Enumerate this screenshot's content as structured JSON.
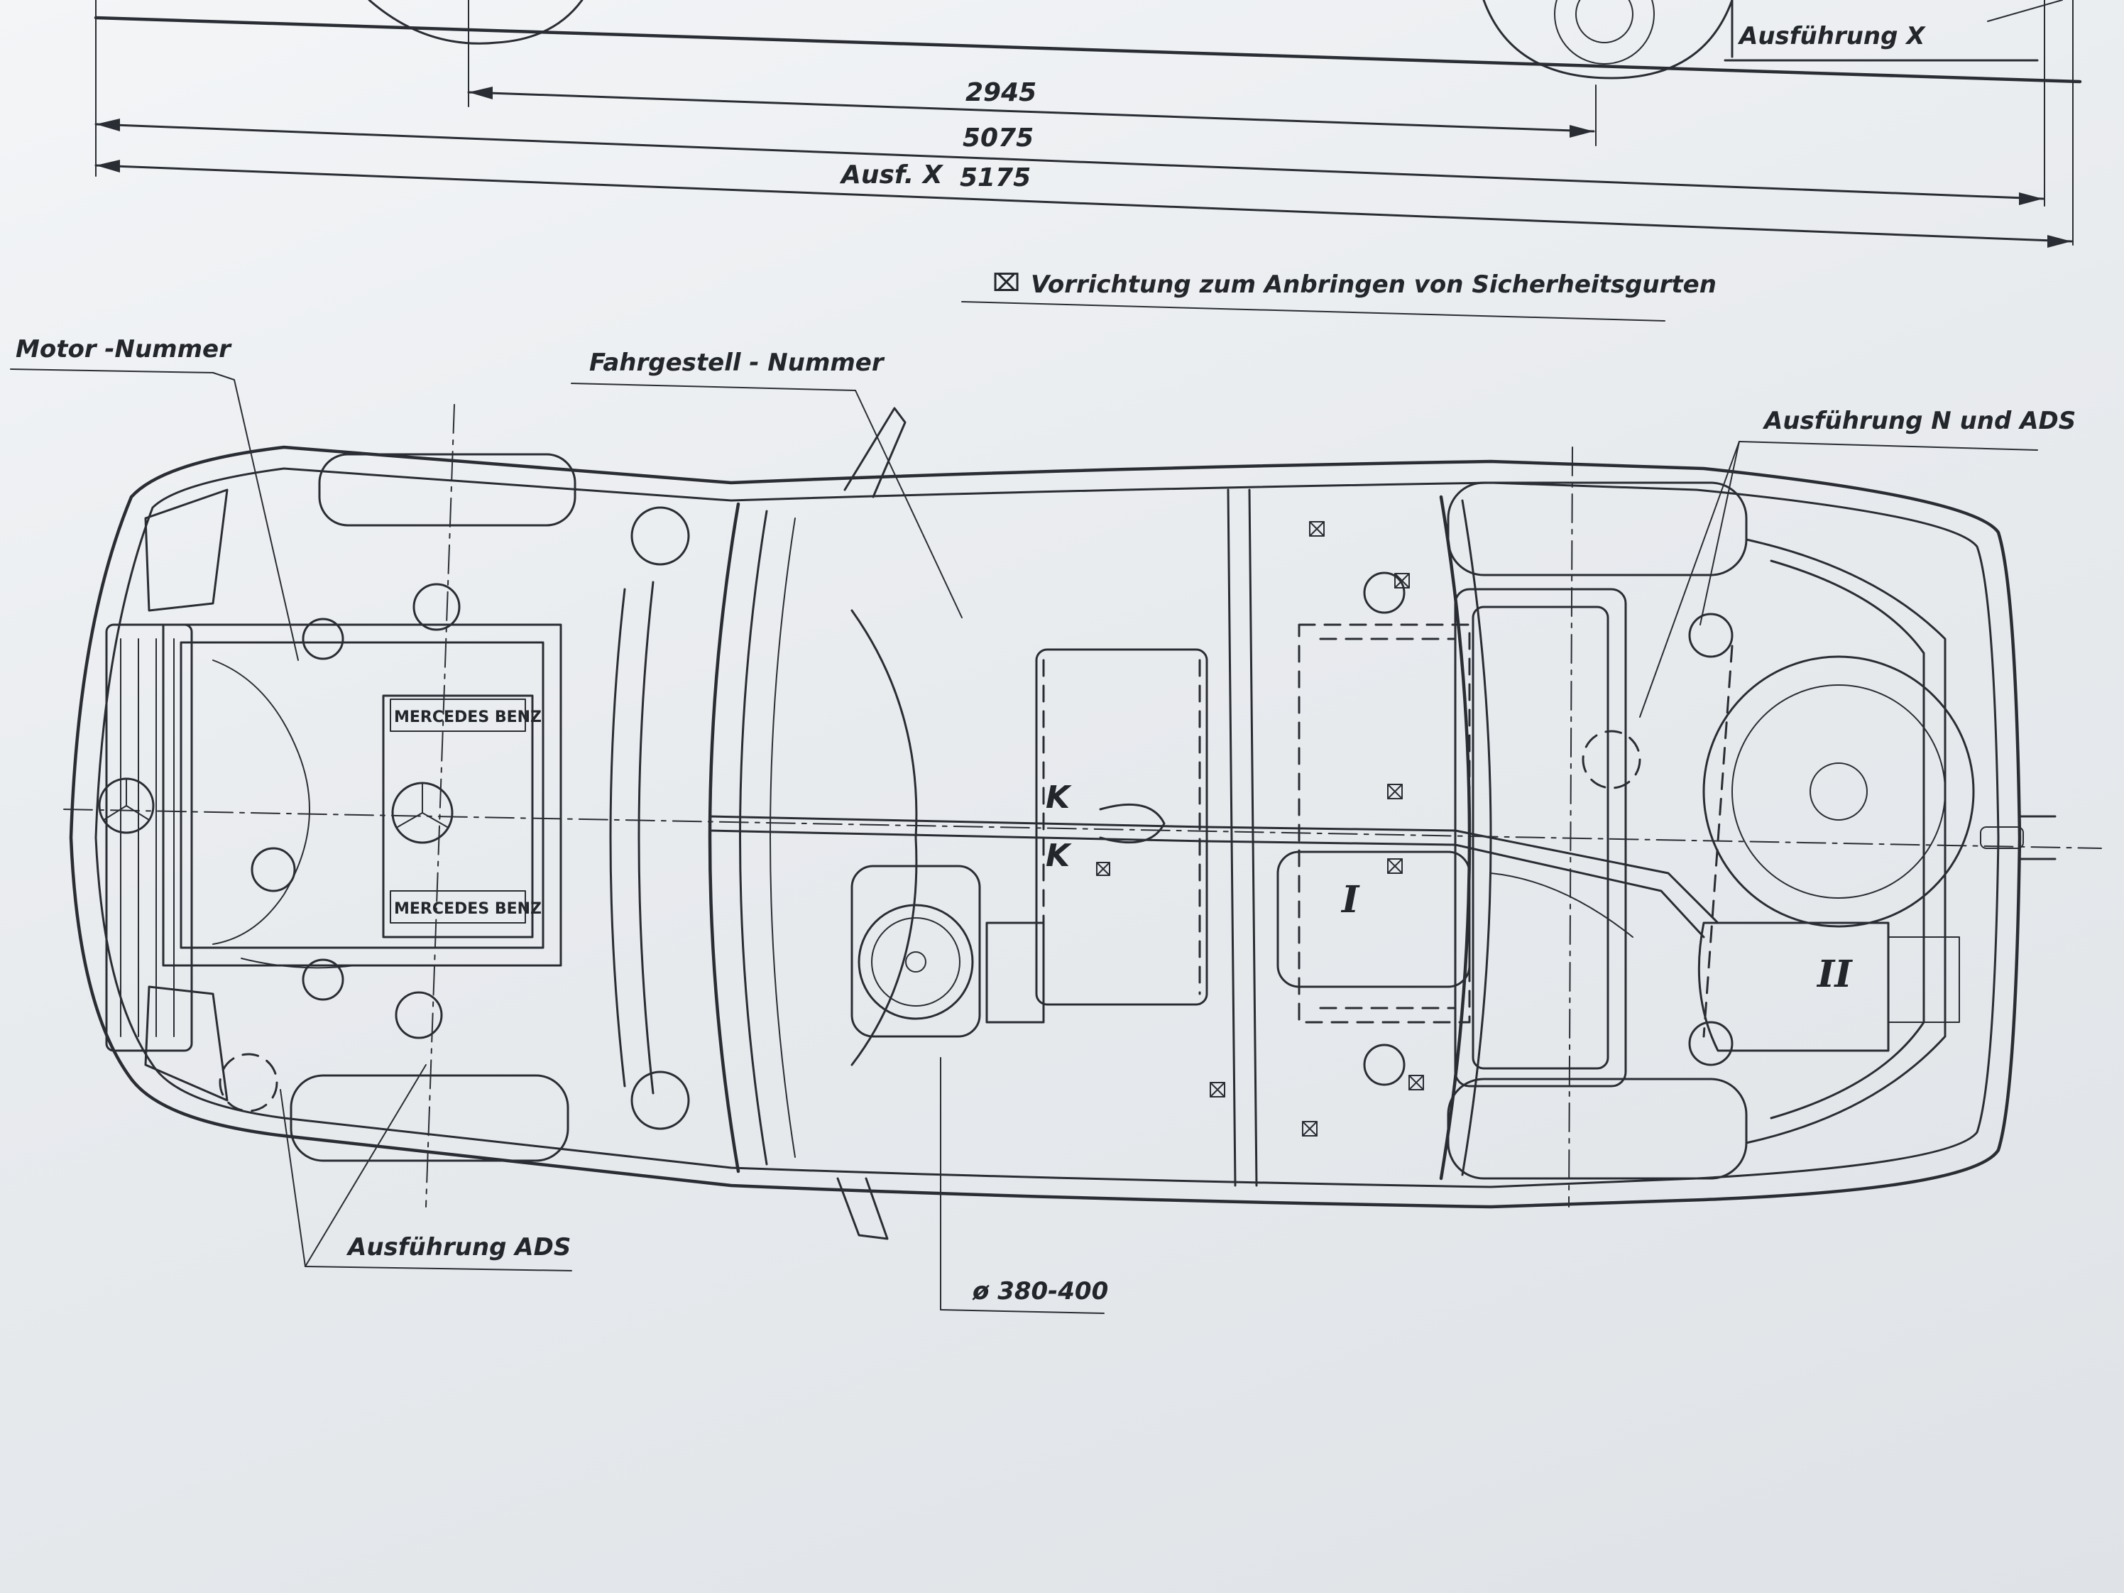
{
  "dimensions": {
    "wheelbase": "2945",
    "length": "5075",
    "length_x_prefix": "Ausf. X",
    "length_x": "5175"
  },
  "labels": {
    "ausfuehrung_x": "Ausführung X",
    "legend_symbol": "⌧",
    "legend_text": "Vorrichtung zum Anbringen von Sicherheitsgurten",
    "motor_nummer": "Motor -Nummer",
    "fahrgestell_nummer": "Fahrgestell - Nummer",
    "ausfuehrung_n_ads": "Ausführung N und ADS",
    "ausfuehrung_ads": "Ausführung ADS",
    "diameter": "ø 380-400"
  },
  "markings": {
    "engine_badge_top": "MERCEDES BENZ",
    "engine_badge_bottom": "MERCEDES BENZ",
    "seat_k1": "K",
    "seat_k2": "K",
    "tank_roman_1": "I",
    "tank_roman_2": "II"
  }
}
